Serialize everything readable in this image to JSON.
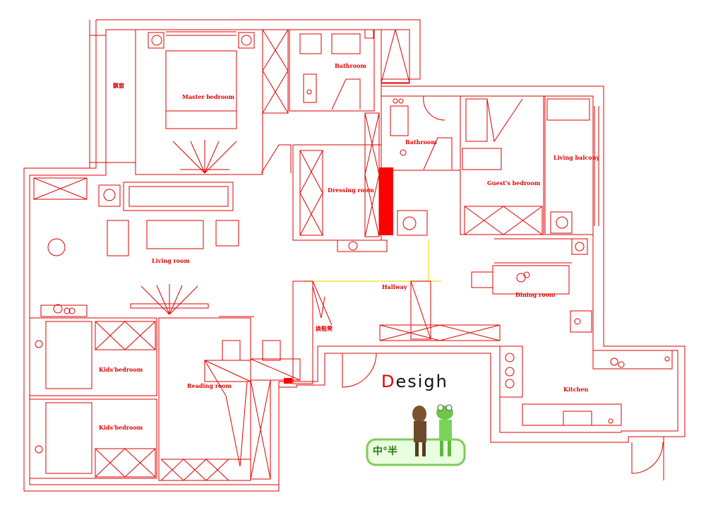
{
  "rooms": {
    "bay_window": "飘窗",
    "master_bedroom": "Master bedroom",
    "bathroom_top": "Bathroom",
    "bathroom_mid": "Bathroom",
    "dressing_room": "Dressing room",
    "guest_bedroom": "Guest's bedroom",
    "living_balcony": "Living balcony",
    "living_room": "Living room",
    "hallway": "Hallway",
    "dining_room": "Dining room",
    "shoe_bench": "换鞋凳",
    "kids_bedroom_1": "Kids'bedroom",
    "kids_bedroom_2": "Kids'bedroom",
    "reading_room": "Reading room",
    "kitchen": "Kitchen"
  },
  "brand": {
    "first_letter": "D",
    "rest": "esigh"
  },
  "badge": {
    "text": "中°半"
  },
  "colors": {
    "line": "#e00000",
    "accent_fill": "#ff0000",
    "yellow_line": "#f5e04a",
    "badge_green": "#7ccc5a"
  }
}
